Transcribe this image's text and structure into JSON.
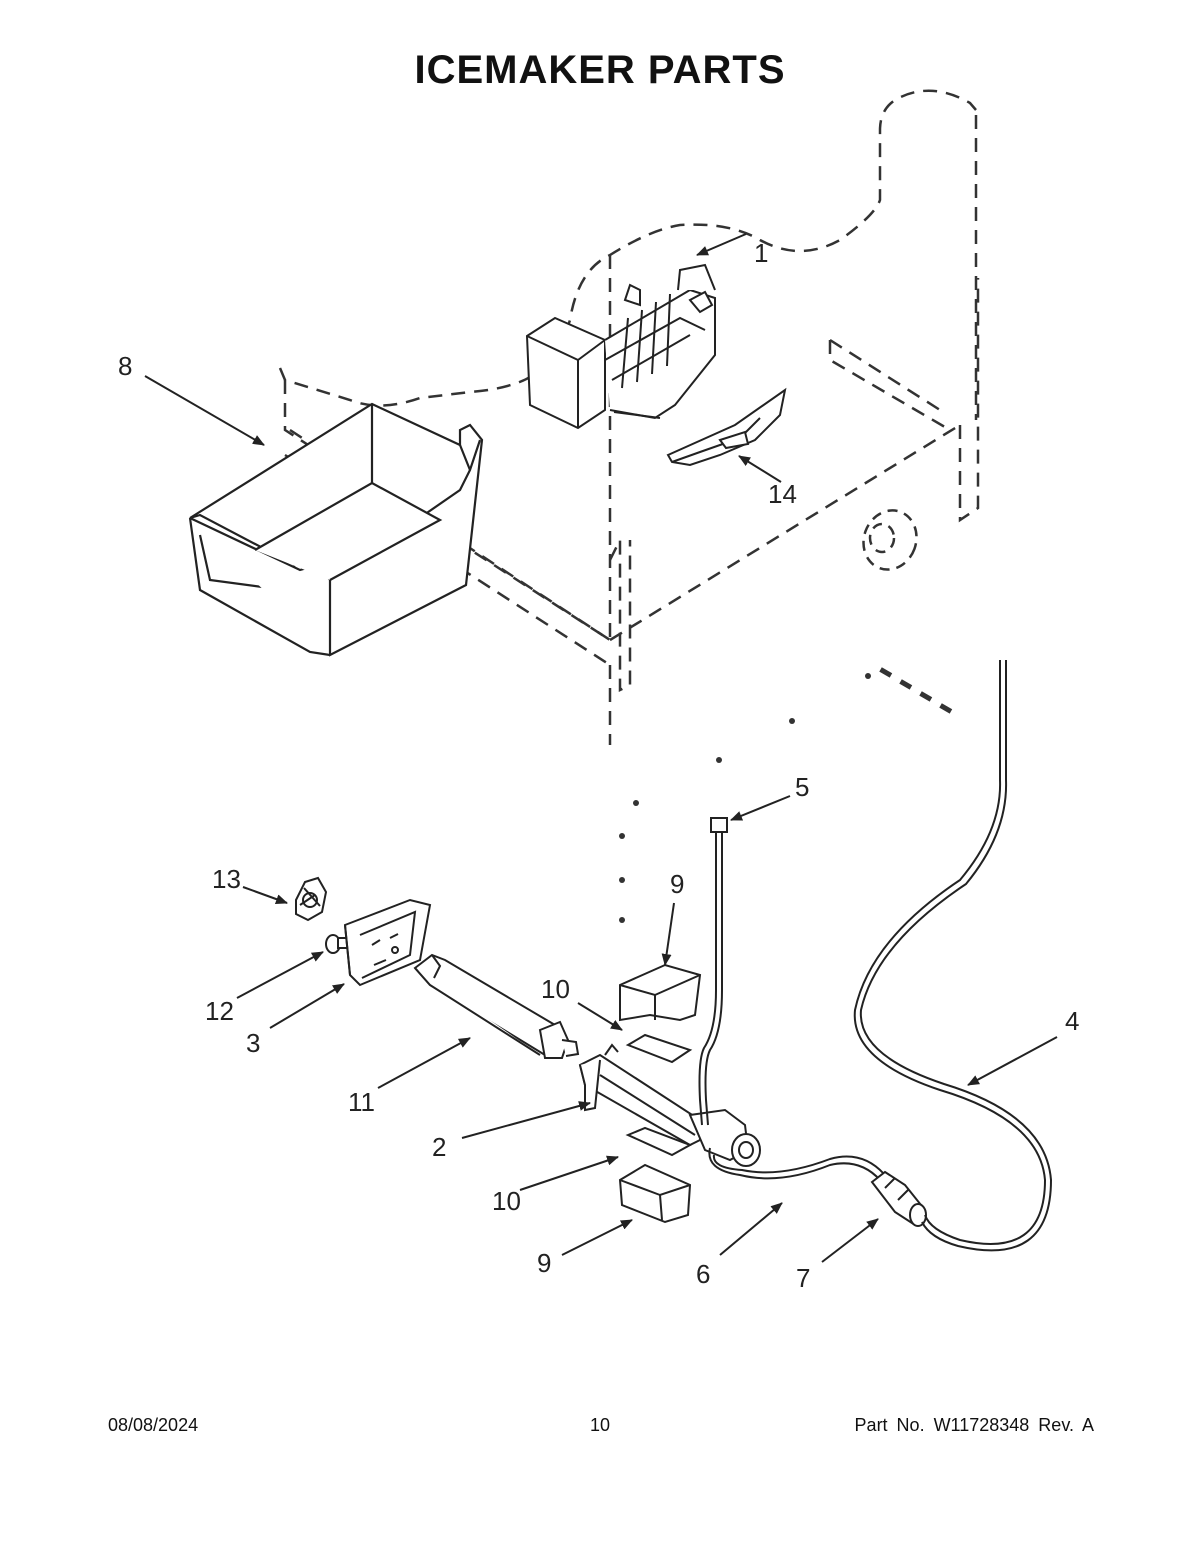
{
  "title": "ICEMAKER PARTS",
  "callouts": [
    {
      "label": "1"
    },
    {
      "label": "8"
    },
    {
      "label": "14"
    },
    {
      "label": "5"
    },
    {
      "label": "9"
    },
    {
      "label": "13"
    },
    {
      "label": "10"
    },
    {
      "label": "12"
    },
    {
      "label": "3"
    },
    {
      "label": "4"
    },
    {
      "label": "11"
    },
    {
      "label": "2"
    },
    {
      "label": "10"
    },
    {
      "label": "9"
    },
    {
      "label": "6"
    },
    {
      "label": "7"
    }
  ],
  "footer": {
    "date": "08/08/2024",
    "page": "10",
    "part_no": "Part No.  W11728348  Rev.  A"
  }
}
